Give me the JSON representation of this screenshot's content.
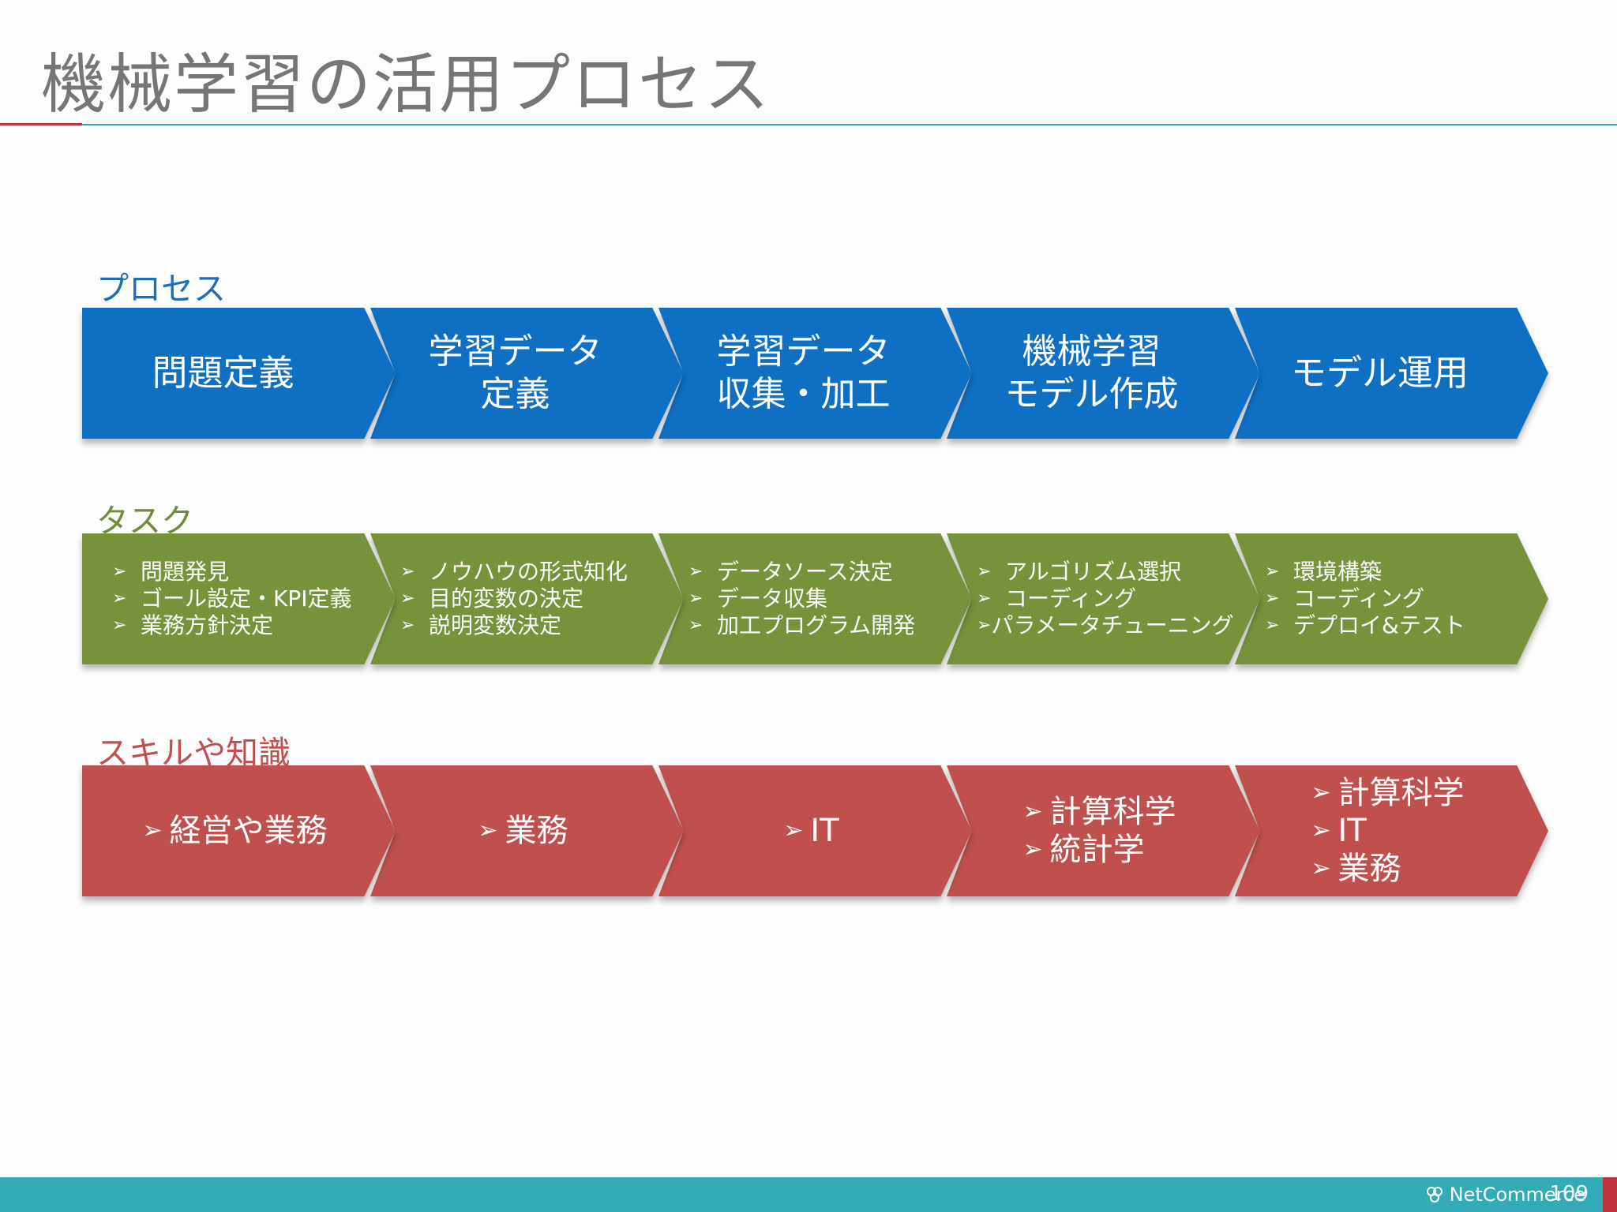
{
  "title": "機械学習の活用プロセス",
  "rows": {
    "process": {
      "label": "プロセス",
      "items": [
        {
          "lines": [
            "問題定義"
          ]
        },
        {
          "lines": [
            "学習データ",
            "定義"
          ]
        },
        {
          "lines": [
            "学習データ",
            "収集・加工"
          ]
        },
        {
          "lines": [
            "機械学習",
            "モデル作成"
          ]
        },
        {
          "lines": [
            "モデル運用"
          ]
        }
      ]
    },
    "task": {
      "label": "タスク",
      "items": [
        {
          "lines": [
            "問題発見",
            "ゴール設定・KPI定義",
            "業務方針決定"
          ]
        },
        {
          "lines": [
            "ノウハウの形式知化",
            "目的変数の決定",
            "説明変数決定"
          ]
        },
        {
          "lines": [
            "データソース決定",
            "データ収集",
            "加工プログラム開発"
          ]
        },
        {
          "lines": [
            "アルゴリズム選択",
            "コーディング",
            "パラメータチューニング"
          ]
        },
        {
          "lines": [
            "環境構築",
            "コーディング",
            "デプロイ&テスト"
          ]
        }
      ]
    },
    "skill": {
      "label": "スキルや知識",
      "items": [
        {
          "lines": [
            "経営や業務"
          ]
        },
        {
          "lines": [
            "業務"
          ]
        },
        {
          "lines": [
            "IT"
          ]
        },
        {
          "lines": [
            "計算科学",
            "統計学"
          ]
        },
        {
          "lines": [
            "計算科学",
            "IT",
            "業務"
          ]
        }
      ]
    }
  },
  "colors": {
    "process": "#0e6fc3",
    "task": "#76933c",
    "skill": "#c0504d",
    "footer": "#33abb6"
  },
  "bullet_glyph": "➢",
  "footer": {
    "logo_text": "NetCommerce",
    "page_number": "109"
  }
}
